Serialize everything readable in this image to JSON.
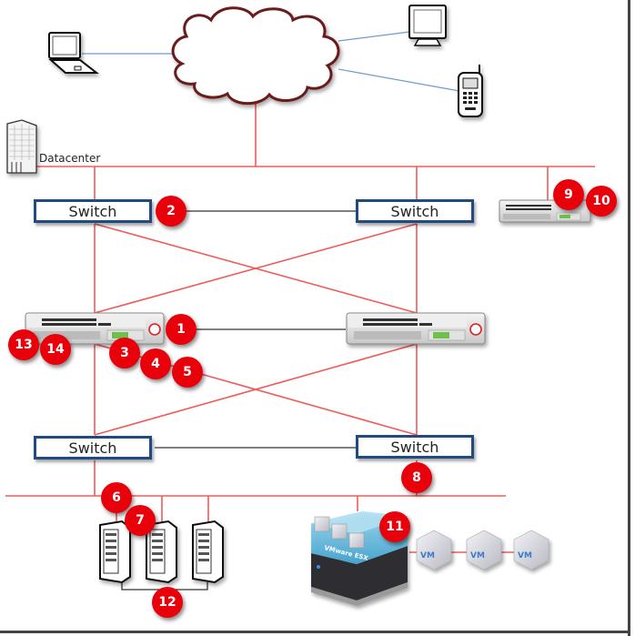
{
  "diagram": {
    "labels": {
      "datacenter": "Datacenter"
    },
    "switches": [
      {
        "id": "switch-top-left",
        "label": "Switch"
      },
      {
        "id": "switch-top-right",
        "label": "Switch"
      },
      {
        "id": "switch-bottom-left",
        "label": "Switch"
      },
      {
        "id": "switch-bottom-right",
        "label": "Switch"
      }
    ],
    "badges": [
      "1",
      "2",
      "3",
      "4",
      "5",
      "6",
      "7",
      "8",
      "9",
      "10",
      "11",
      "12",
      "13",
      "14"
    ],
    "vm_labels": [
      "VM",
      "VM",
      "VM"
    ],
    "esx_label": "VMware ESX",
    "colors": {
      "network_line": "#f05a5a",
      "link_line": "#333333",
      "client_line": "#6f9bd1",
      "cloud_outline": "#6b1a1a",
      "badge": "#e8000a",
      "switch_border": "#1f4a82"
    }
  }
}
